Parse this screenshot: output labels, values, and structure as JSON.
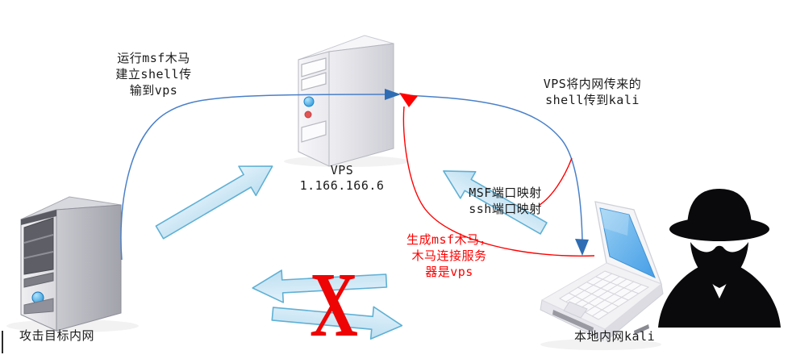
{
  "diagram": {
    "annotations": {
      "run_trojan": "运行msf木马\n建立shell传\n输到vps",
      "vps_to_kali": "VPS将内网传来的\nshell传到kali",
      "port_mapping": "MSF端口映射\nssh端口映射",
      "generate_trojan": "生成msf木马，\n木马连接服务\n器是vps"
    },
    "nodes": {
      "target": {
        "label": "攻击目标内网",
        "icon": "server-tower-icon"
      },
      "vps": {
        "name": "VPS",
        "ip": "1.166.166.6",
        "icon": "server-tower-icon"
      },
      "kali": {
        "label": "本地内网kali",
        "icon": "laptop-icon"
      },
      "hacker": {
        "icon": "hacker-spy-icon"
      }
    },
    "blocked_mark": "X",
    "colors": {
      "flow_blue": "#4a80c8",
      "flow_blue_head": "#2e6db4",
      "flow_red": "#ff0000",
      "block_arrow_fill": "#cde7f4",
      "block_arrow_stroke": "#5fb0d4",
      "text": "#1a1a1a",
      "red_text": "#ff0000",
      "blocked_x": "#ee0404",
      "laptop_screen": "#55a9e9"
    }
  }
}
